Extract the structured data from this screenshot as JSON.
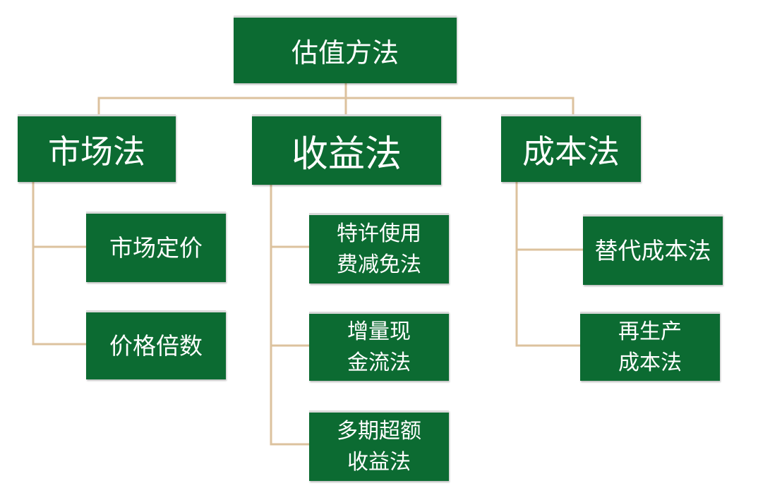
{
  "root": {
    "label": "估值方法"
  },
  "categories": [
    {
      "label": "市场法",
      "methods": [
        "市场定价",
        "价格倍数"
      ]
    },
    {
      "label": "收益法",
      "methods": [
        "特许使用\n费减免法",
        "增量现\n金流法",
        "多期超额\n收益法"
      ]
    },
    {
      "label": "成本法",
      "methods": [
        "替代成本法",
        "再生产\n成本法"
      ]
    }
  ],
  "colors": {
    "box": "#0c6b32",
    "text": "#ffffff",
    "connector": "#dcc29e"
  }
}
